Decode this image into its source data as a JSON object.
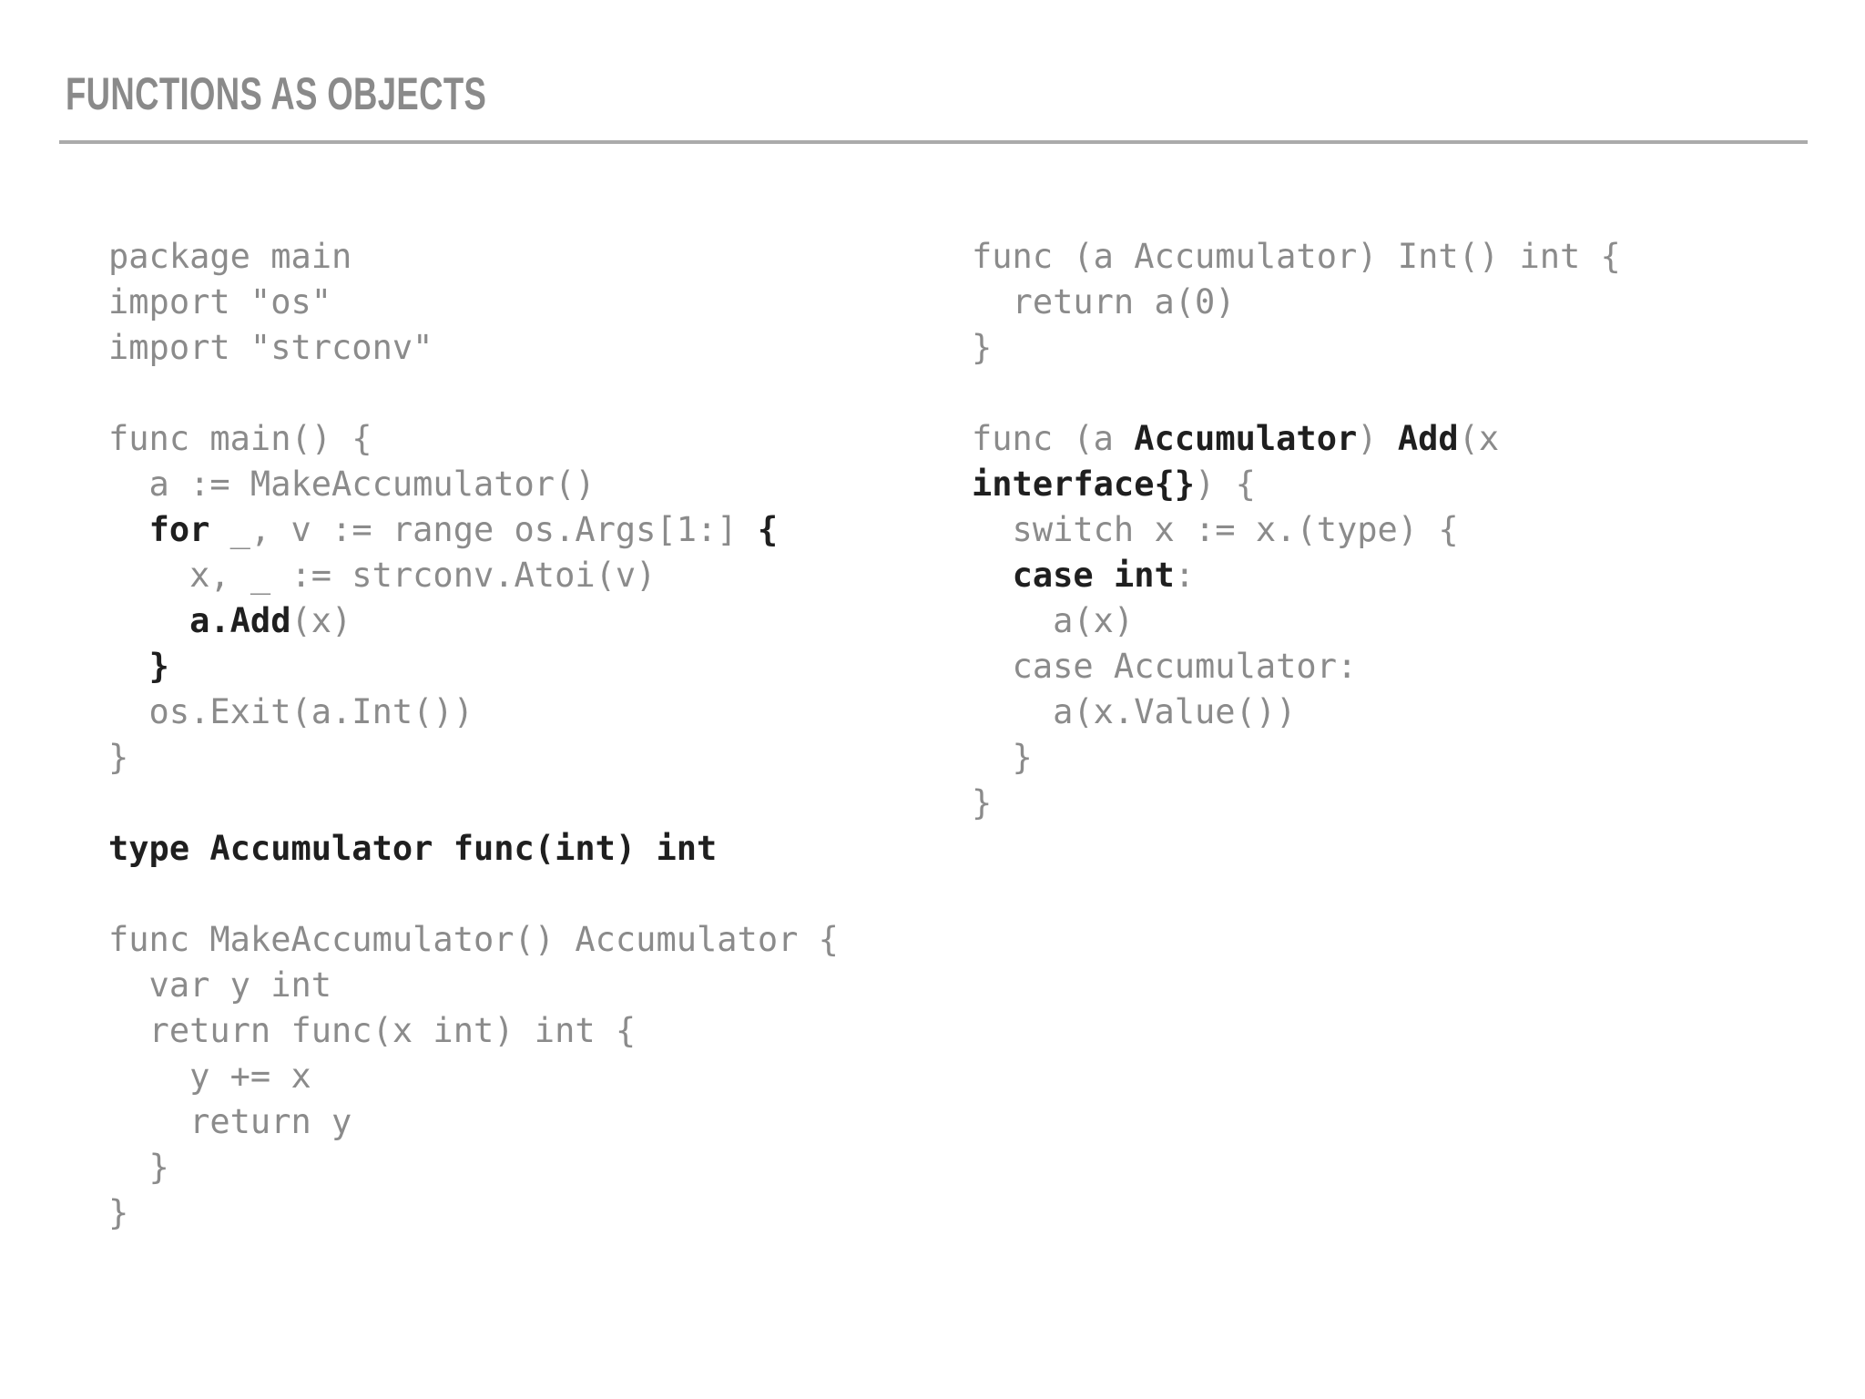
{
  "header": {
    "title": "FUNCTIONS AS OBJECTS"
  },
  "colors": {
    "background": "#ffffff",
    "code_gray": "#8b8b8b",
    "code_emphasis": "#1f1f1f",
    "title_gray": "#8a8a8a",
    "rule_gray": "#ababab"
  },
  "code_columns": [
    {
      "name": "left",
      "lines": [
        [
          {
            "t": "package main"
          }
        ],
        [
          {
            "t": "import \"os\""
          }
        ],
        [
          {
            "t": "import \"strconv\""
          }
        ],
        [],
        [
          {
            "t": "func main() {"
          }
        ],
        [
          {
            "t": "  a := MakeAccumulator()"
          }
        ],
        [
          {
            "t": "  "
          },
          {
            "t": "for",
            "b": true
          },
          {
            "t": " _, v := range os.Args[1:] "
          },
          {
            "t": "{",
            "b": true
          }
        ],
        [
          {
            "t": "    x, _ := strconv.Atoi(v)"
          }
        ],
        [
          {
            "t": "    "
          },
          {
            "t": "a.Add",
            "b": true
          },
          {
            "t": "(x)"
          }
        ],
        [
          {
            "t": "  "
          },
          {
            "t": "}",
            "b": true
          }
        ],
        [
          {
            "t": "  os.Exit(a.Int())"
          }
        ],
        [
          {
            "t": "}"
          }
        ],
        [],
        [
          {
            "t": "type Accumulator func(int) int",
            "b": true
          }
        ],
        [],
        [
          {
            "t": "func MakeAccumulator() Accumulator {"
          }
        ],
        [
          {
            "t": "  var y int"
          }
        ],
        [
          {
            "t": "  return func(x int) int {"
          }
        ],
        [
          {
            "t": "    y += x"
          }
        ],
        [
          {
            "t": "    return y"
          }
        ],
        [
          {
            "t": "  }"
          }
        ],
        [
          {
            "t": "}"
          }
        ]
      ]
    },
    {
      "name": "right",
      "lines": [
        [
          {
            "t": "func (a Accumulator) Int() int {"
          }
        ],
        [
          {
            "t": "  return a(0)"
          }
        ],
        [
          {
            "t": "}"
          }
        ],
        [],
        [
          {
            "t": "func (a "
          },
          {
            "t": "Accumulator",
            "b": true
          },
          {
            "t": ") "
          },
          {
            "t": "Add",
            "b": true
          },
          {
            "t": "(x"
          }
        ],
        [
          {
            "t": "interface{}",
            "b": true
          },
          {
            "t": ") {"
          }
        ],
        [
          {
            "t": "  switch x := x.(type) {"
          }
        ],
        [
          {
            "t": "  "
          },
          {
            "t": "case int",
            "b": true
          },
          {
            "t": ":"
          }
        ],
        [
          {
            "t": "    a(x)"
          }
        ],
        [
          {
            "t": "  case Accumulator:"
          }
        ],
        [
          {
            "t": "    a(x.Value())"
          }
        ],
        [
          {
            "t": "  }"
          }
        ],
        [
          {
            "t": "}"
          }
        ]
      ]
    }
  ]
}
